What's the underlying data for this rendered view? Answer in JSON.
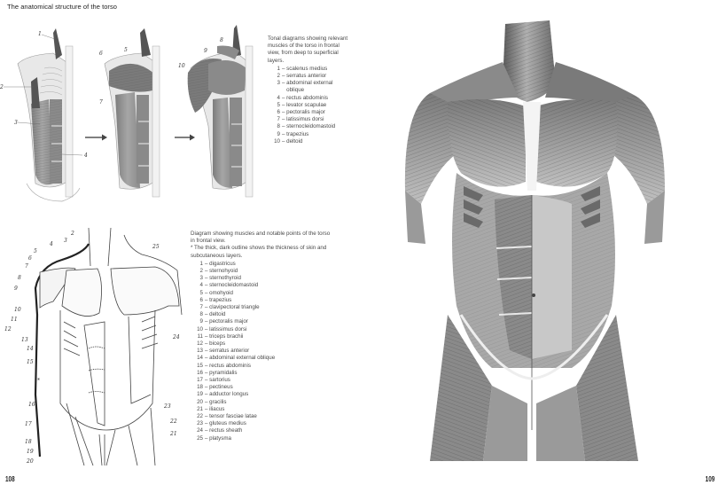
{
  "spread": {
    "left_page": {
      "running_title": "The anatomical structure of the torso",
      "page_number": "108",
      "tonal_diagrams": {
        "intro": "Tonal diagrams showing relevant muscles of the torso in frontal view, from deep to superficial layers.",
        "stages": 3,
        "arrow_icon": "right-arrow",
        "items": [
          {
            "num": "1",
            "label": "scalenus medius"
          },
          {
            "num": "2",
            "label": "serratus anterior"
          },
          {
            "num": "3",
            "label": "abdominal external oblique"
          },
          {
            "num": "4",
            "label": "rectus abdominis"
          },
          {
            "num": "5",
            "label": "levator scapulae"
          },
          {
            "num": "6",
            "label": "pectoralis major"
          },
          {
            "num": "7",
            "label": "latissimus dorsi"
          },
          {
            "num": "8",
            "label": "sternocleidomastoid"
          },
          {
            "num": "9",
            "label": "trapezius"
          },
          {
            "num": "10",
            "label": "deltoid"
          }
        ]
      },
      "outline_diagram": {
        "intro": "Diagram showing muscles and notable points of the torso in frontal view.",
        "note": "* The thick, dark outline shows the thickness of skin and subcutaneous layers.",
        "items": [
          {
            "num": "1",
            "label": "digastricus"
          },
          {
            "num": "2",
            "label": "sternohyoid"
          },
          {
            "num": "3",
            "label": "sternothyroid"
          },
          {
            "num": "4",
            "label": "sternocleidomastoid"
          },
          {
            "num": "5",
            "label": "omohyoid"
          },
          {
            "num": "6",
            "label": "trapezius"
          },
          {
            "num": "7",
            "label": "clavipectoral triangle"
          },
          {
            "num": "8",
            "label": "deltoid"
          },
          {
            "num": "9",
            "label": "pectoralis major"
          },
          {
            "num": "10",
            "label": "latissimus dorsi"
          },
          {
            "num": "11",
            "label": "triceps brachii"
          },
          {
            "num": "12",
            "label": "biceps"
          },
          {
            "num": "13",
            "label": "serratus anterior"
          },
          {
            "num": "14",
            "label": "abdominal external oblique"
          },
          {
            "num": "15",
            "label": "rectus abdominis"
          },
          {
            "num": "16",
            "label": "pyramidalis"
          },
          {
            "num": "17",
            "label": "sartorius"
          },
          {
            "num": "18",
            "label": "pectineus"
          },
          {
            "num": "19",
            "label": "adductor longus"
          },
          {
            "num": "20",
            "label": "gracilis"
          },
          {
            "num": "21",
            "label": "iliacus"
          },
          {
            "num": "22",
            "label": "tensor fasciae latae"
          },
          {
            "num": "23",
            "label": "gluteus medius"
          },
          {
            "num": "24",
            "label": "rectus sheath"
          },
          {
            "num": "25",
            "label": "platysma"
          }
        ],
        "marker_labels_left": [
          "2",
          "3",
          "4",
          "5",
          "6",
          "7",
          "8",
          "9",
          "10",
          "11",
          "12",
          "13",
          "14",
          "15",
          "*",
          "16",
          "17",
          "18",
          "19",
          "20"
        ],
        "marker_labels_right": [
          "25",
          "24",
          "23",
          "22",
          "21"
        ]
      }
    },
    "right_page": {
      "page_number": "109",
      "illustration": "Pencil drawing of the torso musculature in frontal view"
    }
  },
  "colors": {
    "paper": "#ffffff",
    "text": "#4a4a4a",
    "pencil_dark": "#3a3a3a",
    "pencil_mid": "#8a8a8a",
    "pencil_light": "#c8c8c8"
  }
}
